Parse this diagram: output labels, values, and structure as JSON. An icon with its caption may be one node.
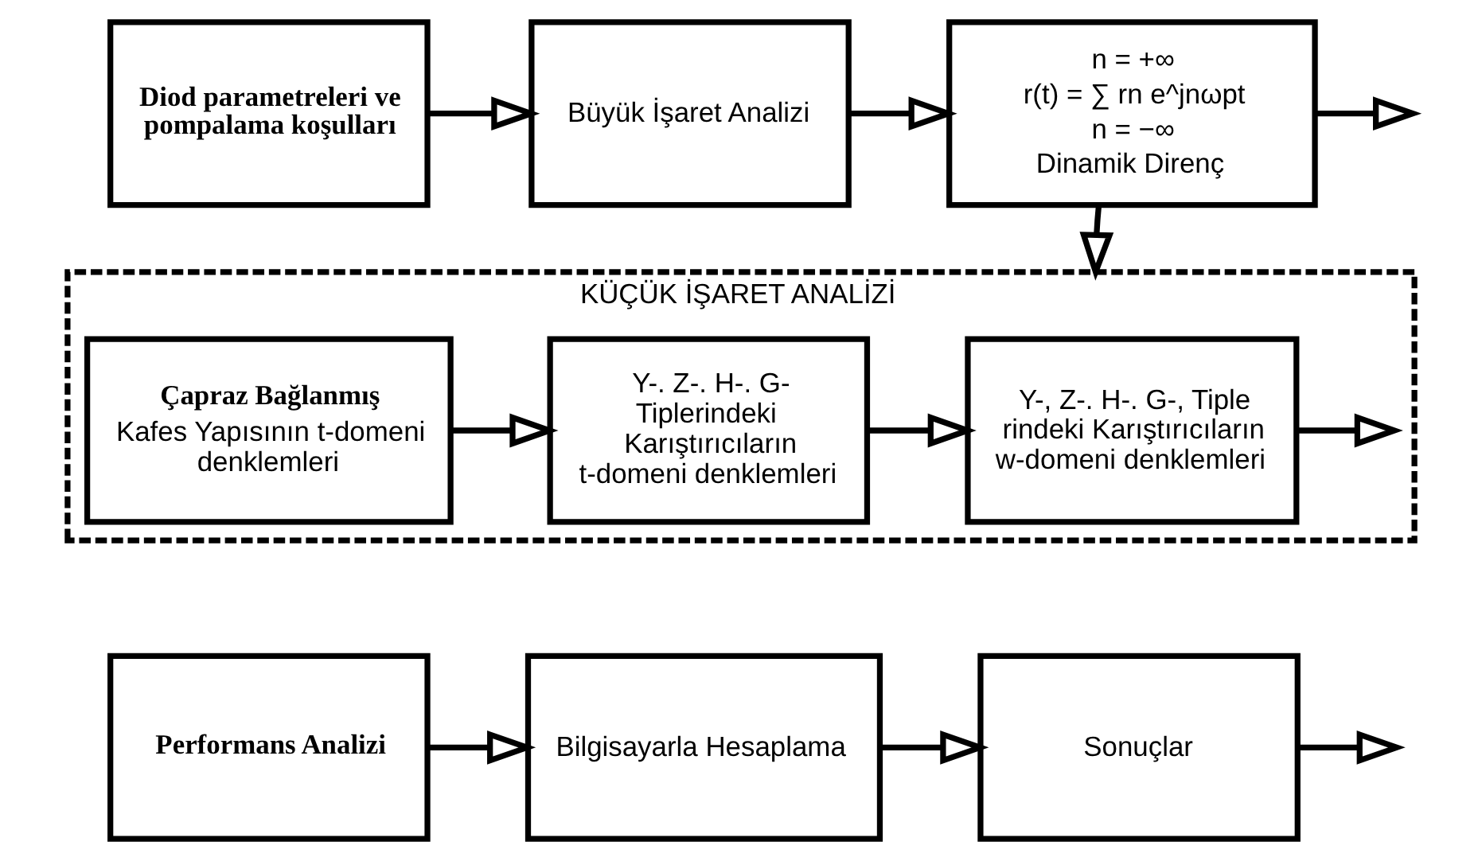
{
  "diagram": {
    "nodes": [
      {
        "text": [
          "Diod parametreleri ve pompalama koşulları"
        ]
      },
      {
        "text": [
          "Büyük İşaret Analizi"
        ]
      },
      {
        "text": [
          "n = +∞",
          "r(t) = ∑ rn e^jnωpt",
          "n = −∞",
          "Dinamik Direnç"
        ]
      },
      {
        "text": [
          "KÜÇÜK İŞARET ANALİZİ"
        ]
      },
      {
        "text": [
          "Çapraz Bağlanmış",
          "Kafes Yapısının t-domeni denklemleri"
        ],
        "in": 3
      },
      {
        "text": [
          "Y-. Z-. H-. G- Tiplerindeki Karıştırıcıların t-domeni denklemleri"
        ],
        "in": 3
      },
      {
        "text": [
          "Y-, Z-. H-. G-, Tiple rindeki Karıştırıcıların w-domeni denklemleri"
        ],
        "in": 3
      },
      {
        "text": [
          "Performans Analizi"
        ]
      },
      {
        "text": [
          "Bilgisayarla Hesaplama"
        ]
      },
      {
        "text": [
          "Sonuçlar"
        ]
      }
    ],
    "edges": [
      {
        "from": 0,
        "to": 1,
        "arrow": "to"
      },
      {
        "from": 1,
        "to": 2,
        "arrow": "to"
      },
      {
        "from": 2,
        "to": null,
        "arrow": "to"
      },
      {
        "from": 2,
        "to": 3,
        "arrow": "to"
      },
      {
        "from": 4,
        "to": 5,
        "arrow": "to"
      },
      {
        "from": 5,
        "to": 6,
        "arrow": "to"
      },
      {
        "from": 6,
        "to": null,
        "arrow": "to"
      },
      {
        "from": 7,
        "to": 8,
        "arrow": "to"
      },
      {
        "from": 8,
        "to": 9,
        "arrow": "to"
      },
      {
        "from": 9,
        "to": null,
        "arrow": "to"
      }
    ]
  }
}
